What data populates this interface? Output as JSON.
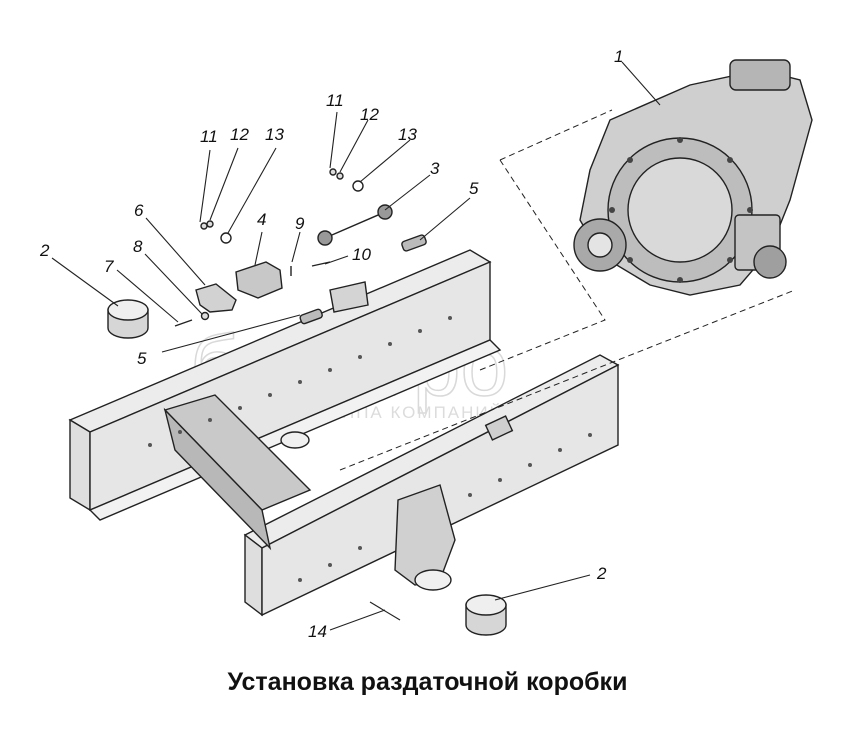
{
  "title": "Установка раздаточной коробки",
  "watermark": {
    "brand": "белагро",
    "subtitle": "ГРУППА КОМПАНИЙ"
  },
  "callouts": {
    "c1": "1",
    "c2a": "2",
    "c2b": "2",
    "c3": "3",
    "c4": "4",
    "c5a": "5",
    "c5b": "5",
    "c6": "6",
    "c7": "7",
    "c8": "8",
    "c9": "9",
    "c10": "10",
    "c11a": "11",
    "c11b": "11",
    "c12a": "12",
    "c12b": "12",
    "c13a": "13",
    "c13b": "13",
    "c14": "14"
  },
  "colors": {
    "line": "#222222",
    "frame_fill": "#e9e9e9",
    "frame_dark": "#bdbdbd",
    "gearbox_fill": "#cfcfcf"
  }
}
